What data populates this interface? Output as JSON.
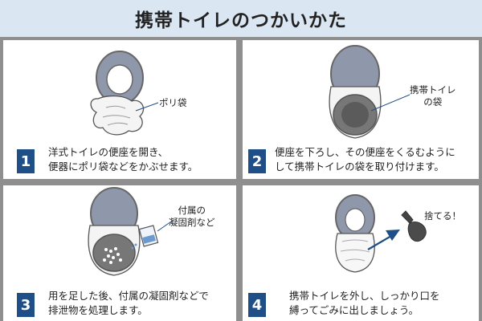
{
  "title": "携帯トイレのつかいかた",
  "steps": [
    {
      "number": "1",
      "text_lines": [
        "洋式トイレの便座を開き、",
        "便器にポリ袋などをかぶせます。"
      ],
      "callout_lines": [
        "ポリ袋"
      ]
    },
    {
      "number": "2",
      "text_lines": [
        "便座を下ろし、その便座をくるむように",
        "して携帯トイレの袋を取り付けます。"
      ],
      "callout_lines": [
        "携帯トイレ",
        "の袋"
      ]
    },
    {
      "number": "3",
      "text_lines": [
        "用を足した後、付属の凝固剤などで",
        "排泄物を処理します。"
      ],
      "callout_lines": [
        "付属の",
        "凝固剤など"
      ]
    },
    {
      "number": "4",
      "text_lines": [
        "携帯トイレを外し、しっかり口を",
        "縛ってごみに出しましょう。"
      ],
      "callout_lines": [
        "捨てる！"
      ]
    }
  ],
  "colors": {
    "accent": "#1f4f86",
    "title_bg": "#dbe6f3",
    "divider": "#8f8f8f",
    "toilet_gray": "#8e98aa"
  }
}
